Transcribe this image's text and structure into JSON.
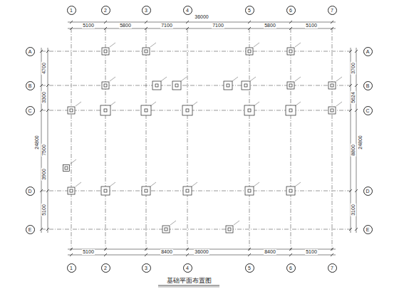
{
  "diagram": {
    "title": "基础平面布置图",
    "nodes": [
      {
        "text": [
          "1"
        ]
      },
      {
        "text": [
          "2"
        ]
      },
      {
        "text": [
          "3"
        ]
      },
      {
        "text": [
          "4"
        ]
      },
      {
        "text": [
          "5"
        ]
      },
      {
        "text": [
          "6"
        ]
      },
      {
        "text": [
          "7"
        ]
      },
      {
        "text": [
          "1"
        ]
      },
      {
        "text": [
          "2"
        ]
      },
      {
        "text": [
          "3"
        ]
      },
      {
        "text": [
          "4"
        ]
      },
      {
        "text": [
          "5"
        ]
      },
      {
        "text": [
          "6"
        ]
      },
      {
        "text": [
          "7"
        ]
      },
      {
        "text": [
          "A"
        ]
      },
      {
        "text": [
          "B"
        ]
      },
      {
        "text": [
          "C"
        ]
      },
      {
        "text": [
          "D"
        ]
      },
      {
        "text": [
          "E"
        ]
      },
      {
        "text": [
          "A"
        ]
      },
      {
        "text": [
          "B"
        ]
      },
      {
        "text": [
          "C"
        ]
      },
      {
        "text": [
          "D"
        ]
      },
      {
        "text": [
          "E"
        ]
      }
    ],
    "labels": [
      "36000",
      "5100",
      "5800",
      "7100",
      "7100",
      "5800",
      "5100",
      "36000",
      "5100",
      "8400",
      "8400",
      "5100",
      "24800",
      "4700",
      "3300",
      "7500",
      "3900",
      "5100",
      "24800",
      "3700",
      "5624",
      "8800",
      "3100"
    ]
  }
}
